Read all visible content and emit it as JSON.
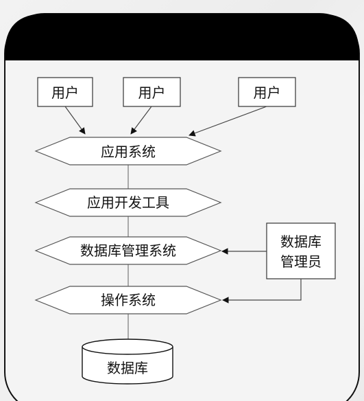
{
  "diagram": {
    "header_title": "",
    "users": [
      "用户",
      "用户",
      "用户"
    ],
    "layers": [
      "应用系统",
      "应用开发工具",
      "数据库管理系统",
      "操作系统"
    ],
    "dba": [
      "数据库",
      "管理员"
    ],
    "database": "数据库"
  },
  "colors": {
    "header": "#000000",
    "frame_fill": "#f4f4f4",
    "stroke": "#333333",
    "text": "#111111"
  }
}
